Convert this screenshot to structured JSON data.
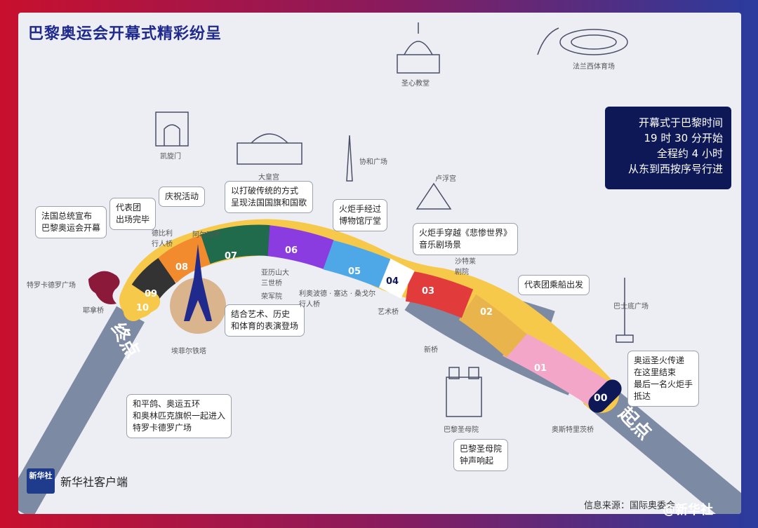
{
  "title": "巴黎奥运会开幕式精彩纷呈",
  "info": [
    "开幕式于巴黎时间",
    "19 时 30 分开始",
    "全程约 4 小时",
    "从东到西按序号行进"
  ],
  "segments": [
    {
      "label": "00",
      "color": "#0e1857"
    },
    {
      "label": "01",
      "color": "#f4a6c8"
    },
    {
      "label": "02",
      "color": "#e9b44c"
    },
    {
      "label": "03",
      "color": "#e23b3b"
    },
    {
      "label": "04",
      "color": "#ffffff"
    },
    {
      "label": "05",
      "color": "#4ea8e8"
    },
    {
      "label": "06",
      "color": "#8a3ce0"
    },
    {
      "label": "07",
      "color": "#1f6b4b"
    },
    {
      "label": "08",
      "color": "#f28a2e"
    },
    {
      "label": "09",
      "color": "#333333"
    },
    {
      "label": "10",
      "color": "#f7c94b"
    }
  ],
  "start_label": "起点",
  "end_label": "终点",
  "callouts": [
    [
      "法国总统宣布",
      "巴黎奥运会开幕"
    ],
    [
      "代表团",
      "出场完毕"
    ],
    [
      "庆祝活动"
    ],
    [
      "以打破传统的方式",
      "呈现法国国旗和国歌"
    ],
    [
      "火炬手经过",
      "博物馆厅堂"
    ],
    [
      "火炬手穿越《悲惨世界》",
      "音乐剧场景"
    ],
    [
      "代表团乘船出发"
    ],
    [
      "结合艺术、历史",
      "和体育的表演登场"
    ],
    [
      "和平鸽、奥运五环",
      "和奥林匹克旗帜一起进入",
      "特罗卡德罗广场"
    ],
    [
      "奥运圣火传递",
      "在这里结束",
      "最后一名火炬手",
      "抵达"
    ],
    [
      "巴黎圣母院",
      "钟声响起"
    ]
  ],
  "places": {
    "sacre_coeur": "圣心教堂",
    "stade": "法兰西体育场",
    "arc": "凯旋门",
    "concorde": "协和广场",
    "grand_palais": "大皇宫",
    "louvre": "卢浮宫",
    "bastille": "巴士底广场",
    "trocadero": "特罗卡德罗广场",
    "iena": "耶拿桥",
    "debilly": "德比利\n行人桥",
    "alma": "阿尔玛桥",
    "eiffel": "埃菲尔铁塔",
    "alexandre": "亚历山大\n三世桥",
    "invalides": "荣军院",
    "solferino": "利奥波德 · 塞达 · 桑戈尔\n行人桥",
    "arts": "艺术桥",
    "pont_neuf": "新桥",
    "chatelet": "沙特莱\n剧院",
    "notre_dame": "巴黎圣母院",
    "austerlitz": "奥斯特里茨桥"
  },
  "brand": "新华社客户端",
  "logo": "新华社",
  "source": "信息来源：国际奥委会",
  "watermark": "@新华社"
}
